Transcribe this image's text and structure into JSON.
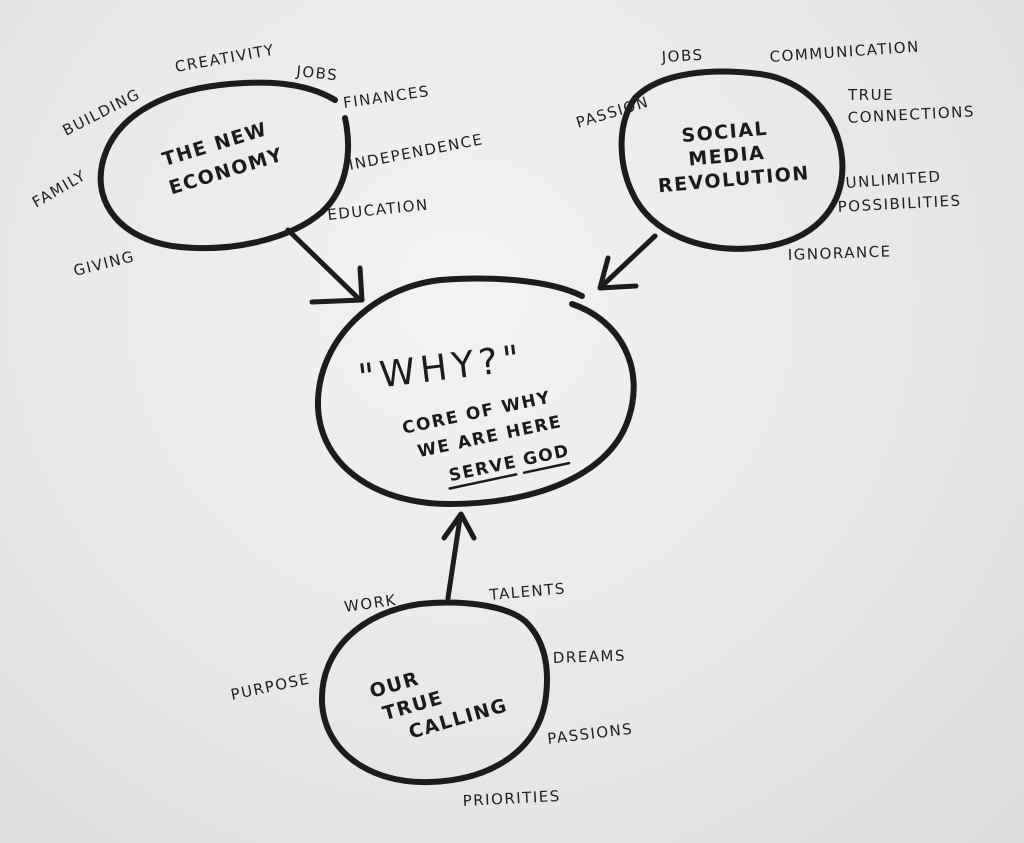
{
  "nodes": {
    "economy": {
      "title_lines": [
        "THE NEW",
        "ECONOMY"
      ],
      "labels": [
        "CREATIVITY",
        "JOBS",
        "BUILDING",
        "FINANCES",
        "INDEPENDENCE",
        "FAMILY",
        "EDUCATION",
        "GIVING"
      ]
    },
    "social": {
      "title_lines": [
        "SOCIAL",
        "MEDIA",
        "REVOLUTION"
      ],
      "labels": [
        "JOBS",
        "COMMUNICATION",
        "PASSION",
        "TRUE",
        "CONNECTIONS",
        "UNLIMITED",
        "POSSIBILITIES",
        "IGNORANCE"
      ]
    },
    "why": {
      "title": "\"WHY?\"",
      "lines": [
        "CORE OF WHY",
        "WE ARE HERE"
      ],
      "serve": "SERVE",
      "god": "GOD"
    },
    "calling": {
      "title_lines": [
        "OUR",
        "TRUE",
        "CALLING"
      ],
      "labels": [
        "WORK",
        "TALENTS",
        "PURPOSE",
        "DREAMS",
        "PASSIONS",
        "PRIORITIES"
      ]
    }
  }
}
